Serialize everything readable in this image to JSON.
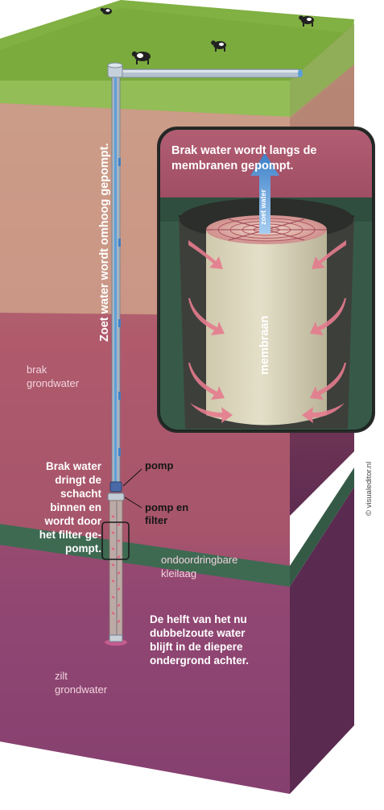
{
  "labels": {
    "pumped_up": "Zoet water wordt omhoog gepompt.",
    "inset_caption": "Brak water wordt langs de\nmembranen     gepompt.",
    "fresh_water_arrow": "zoet water",
    "membrane": "membraan",
    "brackish_groundwater": "brak\ngrondwater",
    "brackish_enters": "Brak water\ndringt de\nschacht\nbinnen en\nwordt door\nhet filter ge-\npompt.",
    "pump": "pomp",
    "pump_filter": "pomp en\nfilter",
    "clay_layer": "ondoordringbare\nkleilaag",
    "half_saltier": "De helft van het nu\ndubbelzoute water\nblijft in de diepere\nondergrond achter.",
    "salt_groundwater": "zilt\ngrondwater",
    "credit": "© visualeditor.nl"
  },
  "colors": {
    "grass_top": "#7aaa3e",
    "grass_side": "#8fba4f",
    "topsoil": "#d8a98e",
    "brackish": "#b35a6e",
    "clay": "#3e6a52",
    "salt": "#8e4373",
    "pipe": "#aab8c6",
    "arrow_pink": "#e77f92",
    "arrow_blue": "#5d9fd8",
    "membrane": "#d9d4ba"
  },
  "icons": [
    "cow-icon",
    "pump-icon",
    "filter-icon",
    "membrane-cylinder-icon"
  ]
}
